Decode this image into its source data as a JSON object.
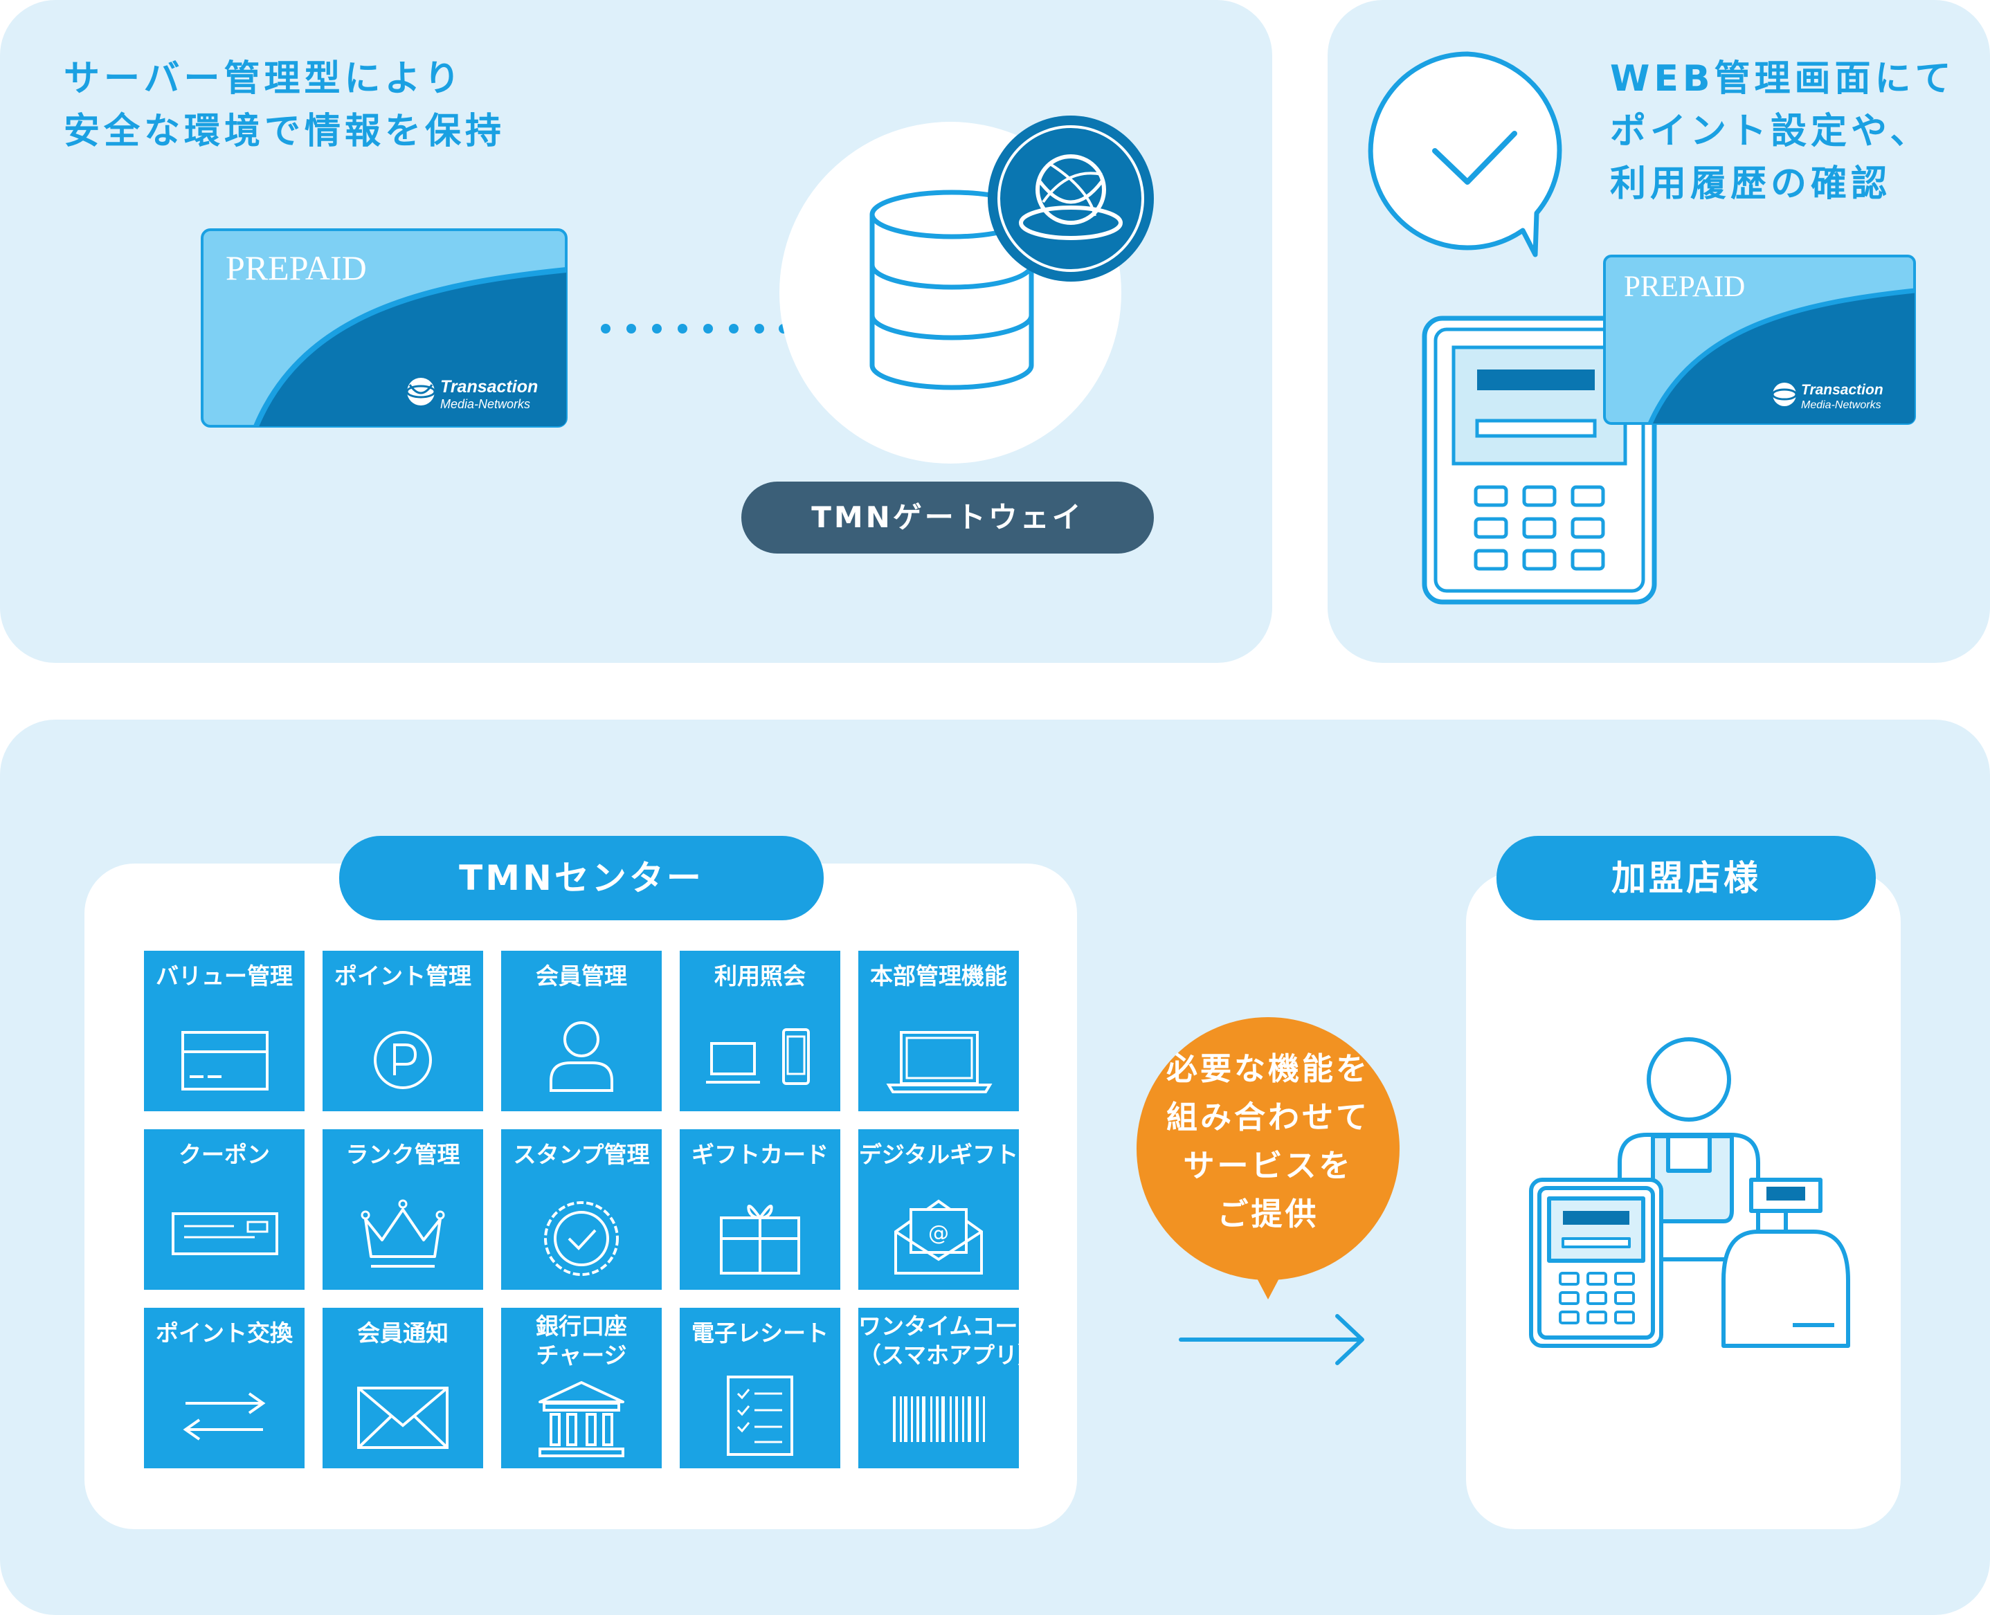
{
  "top_left": {
    "heading_lines": [
      "サーバー管理型により",
      "安全な環境で情報を保持"
    ],
    "card": {
      "label": "PREPAID",
      "brand_line1": "Transaction",
      "brand_line2": "Media-Networks"
    },
    "gateway_label": "TMNゲートウェイ"
  },
  "top_right": {
    "heading_lines": [
      "WEB管理画面にて",
      "ポイント設定や、",
      "利用履歴の確認"
    ],
    "card": {
      "label": "PREPAID",
      "brand_line1": "Transaction",
      "brand_line2": "Media-Networks"
    }
  },
  "bottom": {
    "center_label": "TMNセンター",
    "merchant_label": "加盟店様",
    "bubble_lines": [
      "必要な機能を",
      "組み合わせて",
      "サービスを",
      "ご提供"
    ],
    "tiles": [
      {
        "label_lines": [
          "バリュー管理"
        ],
        "icon": "card-icon"
      },
      {
        "label_lines": [
          "ポイント管理"
        ],
        "icon": "point-p-icon"
      },
      {
        "label_lines": [
          "会員管理"
        ],
        "icon": "person-icon"
      },
      {
        "label_lines": [
          "利用照会"
        ],
        "icon": "laptop-phone-icon"
      },
      {
        "label_lines": [
          "本部管理機能"
        ],
        "icon": "laptop-icon"
      },
      {
        "label_lines": [
          "クーポン"
        ],
        "icon": "coupon-icon"
      },
      {
        "label_lines": [
          "ランク管理"
        ],
        "icon": "crown-icon"
      },
      {
        "label_lines": [
          "スタンプ管理"
        ],
        "icon": "stamp-badge-icon"
      },
      {
        "label_lines": [
          "ギフトカード"
        ],
        "icon": "gift-icon"
      },
      {
        "label_lines": [
          "デジタルギフト"
        ],
        "icon": "email-envelope-icon"
      },
      {
        "label_lines": [
          "ポイント交換"
        ],
        "icon": "exchange-arrows-icon"
      },
      {
        "label_lines": [
          "会員通知"
        ],
        "icon": "mail-icon"
      },
      {
        "label_lines": [
          "銀行口座",
          "チャージ"
        ],
        "icon": "bank-icon"
      },
      {
        "label_lines": [
          "電子レシート"
        ],
        "icon": "receipt-icon"
      },
      {
        "label_lines": [
          "ワンタイムコード",
          "（スマホアプリ）"
        ],
        "icon": "barcode-icon"
      }
    ]
  },
  "colors": {
    "panel_bg": "#def0fa",
    "accent_blue": "#1aa0e2",
    "tile_blue": "#1aa3e4",
    "dark_slate": "#3b5f78",
    "dark_blue": "#0a76b1",
    "orange": "#f29222",
    "light_card": "#7ed0f4"
  }
}
